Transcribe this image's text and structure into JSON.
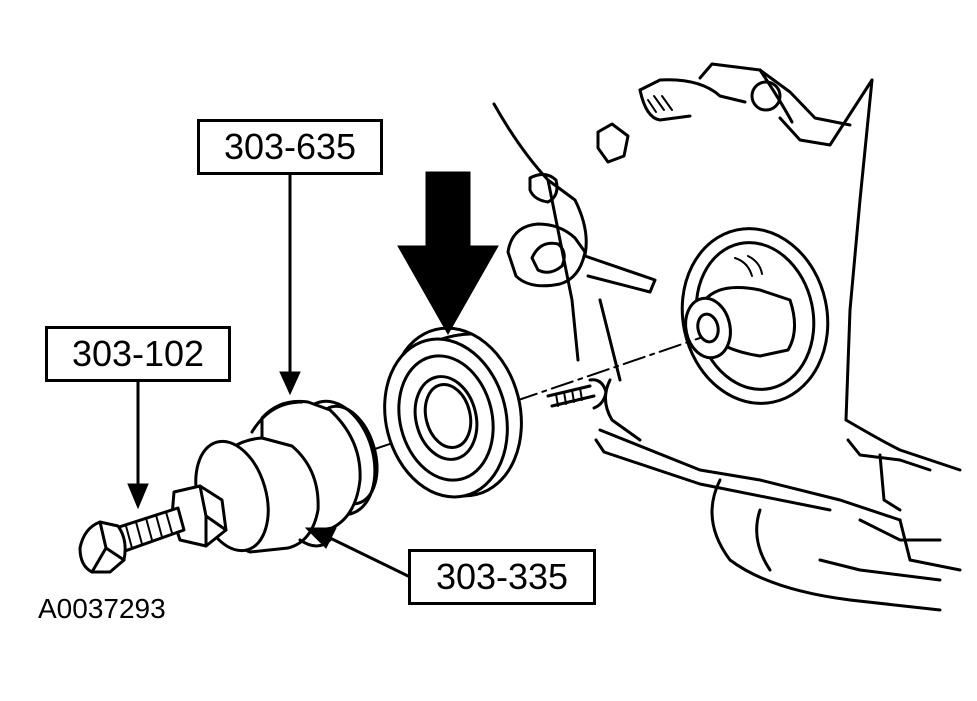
{
  "figure": {
    "id_label": "A0037293"
  },
  "callouts": {
    "tool_installer": "303-635",
    "tool_forcing_screw": "303-102",
    "tool_adapter": "303-335"
  }
}
